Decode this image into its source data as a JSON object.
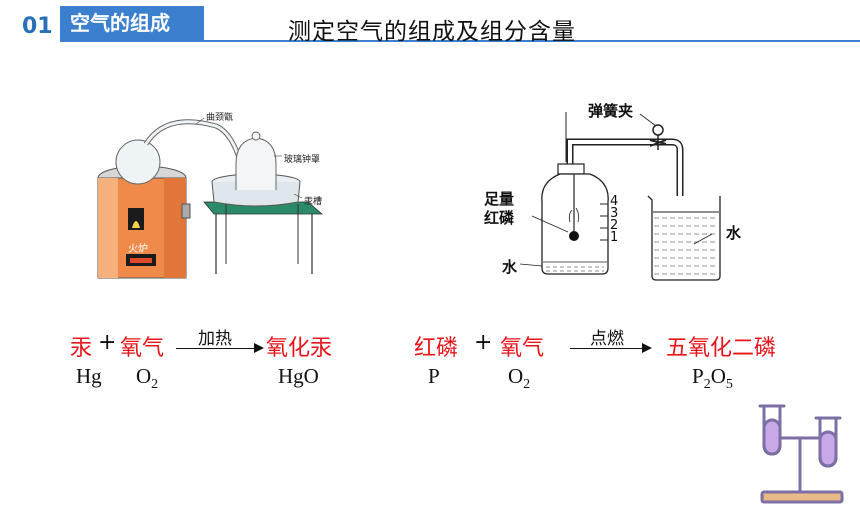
{
  "header": {
    "section_number": "01",
    "section_tag": "空气的组成",
    "title": "测定空气的组成及组分含量"
  },
  "left_diagram": {
    "labels": {
      "retort": "曲颈甑",
      "bell_jar": "玻璃钟罩",
      "trough": "汞槽",
      "furnace": "火炉"
    }
  },
  "right_diagram": {
    "labels": {
      "clamp": "弹簧夹",
      "phosphorus_line1": "足量",
      "phosphorus_line2": "红磷",
      "water_left": "水",
      "water_right": "水"
    },
    "scale": [
      "4",
      "3",
      "2",
      "1"
    ]
  },
  "equation_left": {
    "reactant1": "汞",
    "plus": "+",
    "reactant2": "氧气",
    "condition": "加热",
    "product": "氧化汞",
    "f_r1": "Hg",
    "f_r2": "O",
    "f_r2_sub": "2",
    "f_prod": "HgO"
  },
  "equation_right": {
    "reactant1": "红磷",
    "plus": "+",
    "reactant2": "氧气",
    "condition": "点燃",
    "product": "五氧化二磷",
    "f_r1": "P",
    "f_r2": "O",
    "f_r2_sub": "2",
    "f_prod_p": "P",
    "f_prod_p_sub": "2",
    "f_prod_o": "O",
    "f_prod_o_sub": "5"
  },
  "icon": {
    "name": "test-tube-rack-icon",
    "stroke_color": "#7b6fa6",
    "tube_color": "#c9a8e8",
    "base_color": "#e8b988"
  }
}
